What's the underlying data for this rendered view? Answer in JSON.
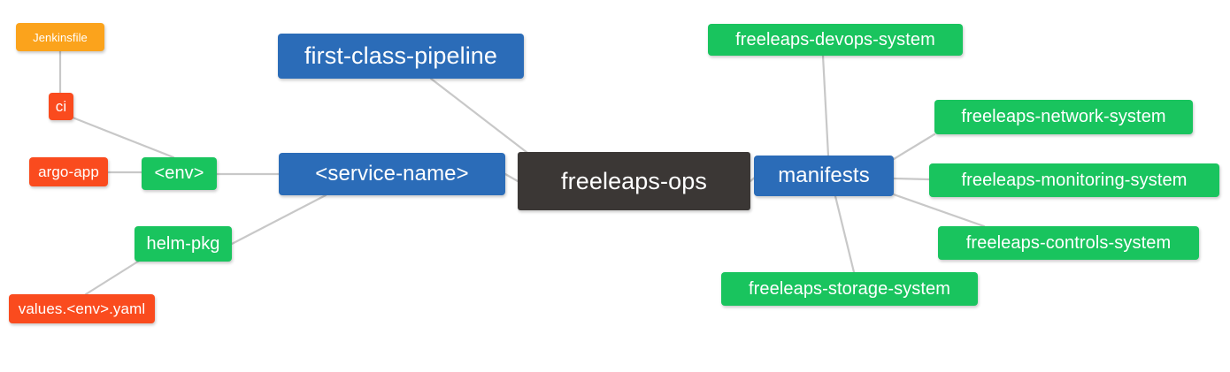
{
  "diagram": {
    "type": "mind-map",
    "title": "freeleaps-ops",
    "background": "#ffffff",
    "colors": {
      "root": "#3b3735",
      "blue": "#2b6cb8",
      "green": "#19c45e",
      "orange": "#fba31c",
      "red": "#fa4b1e",
      "edge": "#c8c8c8",
      "text": "#ffffff"
    },
    "nodes": {
      "root": {
        "label": "freeleaps-ops"
      },
      "service_name": {
        "label": "<service-name>"
      },
      "first_class_pipeline": {
        "label": "first-class-pipeline"
      },
      "manifests": {
        "label": "manifests"
      },
      "env": {
        "label": "<env>"
      },
      "helm_pkg": {
        "label": "helm-pkg"
      },
      "ci": {
        "label": "ci"
      },
      "jenkinsfile": {
        "label": "Jenkinsfile"
      },
      "argo_app": {
        "label": "argo-app"
      },
      "values_yaml": {
        "label": "values.<env>.yaml"
      },
      "devops_system": {
        "label": "freeleaps-devops-system"
      },
      "network_system": {
        "label": "freeleaps-network-system"
      },
      "monitoring_system": {
        "label": "freeleaps-monitoring-system"
      },
      "controls_system": {
        "label": "freeleaps-controls-system"
      },
      "storage_system": {
        "label": "freeleaps-storage-system"
      }
    },
    "edges": [
      {
        "from": "root",
        "to": "service_name"
      },
      {
        "from": "root",
        "to": "first_class_pipeline"
      },
      {
        "from": "root",
        "to": "manifests"
      },
      {
        "from": "service_name",
        "to": "env"
      },
      {
        "from": "service_name",
        "to": "helm_pkg"
      },
      {
        "from": "env",
        "to": "ci"
      },
      {
        "from": "env",
        "to": "argo_app"
      },
      {
        "from": "ci",
        "to": "jenkinsfile"
      },
      {
        "from": "helm_pkg",
        "to": "values_yaml"
      },
      {
        "from": "manifests",
        "to": "devops_system"
      },
      {
        "from": "manifests",
        "to": "network_system"
      },
      {
        "from": "manifests",
        "to": "monitoring_system"
      },
      {
        "from": "manifests",
        "to": "controls_system"
      },
      {
        "from": "manifests",
        "to": "storage_system"
      }
    ]
  }
}
